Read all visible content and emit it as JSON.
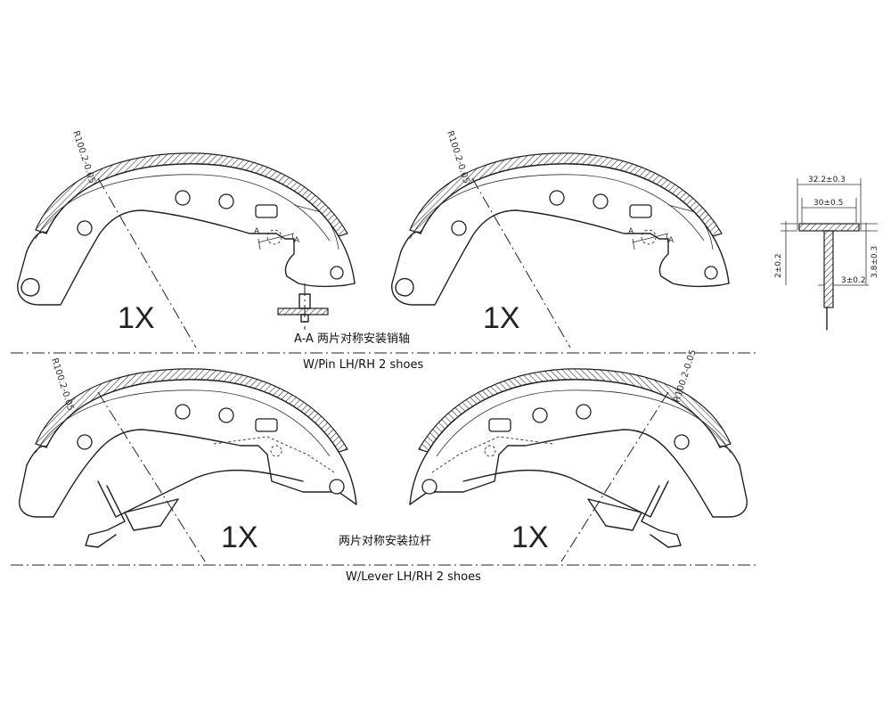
{
  "shoes": {
    "top_left": {
      "radius_label": "R100.2-0.05",
      "count": "1X"
    },
    "top_right": {
      "radius_label": "R100.2-0.05",
      "count": "1X"
    },
    "bottom_left": {
      "radius_label": "R100.2-0.05",
      "count": "1X"
    },
    "bottom_right": {
      "radius_label": "R100.2-0.05",
      "count": "1X"
    }
  },
  "section": {
    "section_label": "A",
    "caption": "A-A 两片对称安装销轴"
  },
  "row1_caption": "W/Pin LH/RH 2 shoes",
  "row2": {
    "cn_caption": "两片对称安装拉杆",
    "caption": "W/Lever LH/RH 2 shoes"
  },
  "profile": {
    "width_outer": "32.2±0.3",
    "width_inner": "30±0.5",
    "height_left": "2±0.2",
    "height_right": "3.8±0.3",
    "web_thickness": "3±0.2"
  }
}
